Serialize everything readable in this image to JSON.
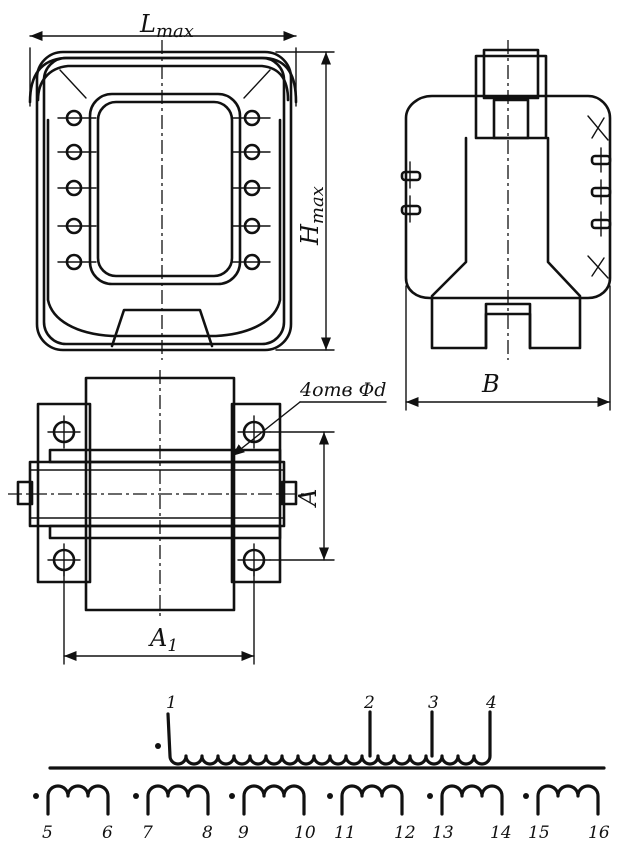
{
  "labels": {
    "length_max": "L",
    "length_max_sub": "max",
    "height_max": "H",
    "height_max_sub": "max",
    "width": "B",
    "holes": "4отв Φd",
    "hole_spacing_a": "A",
    "hole_spacing_a1": "A",
    "hole_spacing_a1_sub": "1"
  },
  "winding_terminals": {
    "primary": [
      "1",
      "2",
      "3",
      "4"
    ],
    "secondary": [
      [
        "5",
        "6"
      ],
      [
        "7",
        "8"
      ],
      [
        "9",
        "10"
      ],
      [
        "11",
        "12"
      ],
      [
        "13",
        "14"
      ],
      [
        "15",
        "16"
      ]
    ]
  }
}
